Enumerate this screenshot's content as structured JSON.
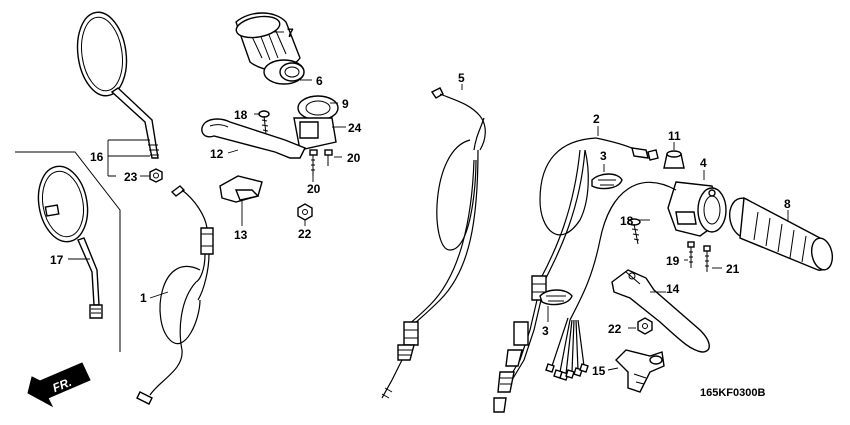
{
  "callouts": [
    "16",
    "23",
    "17",
    "1",
    "7",
    "6",
    "9",
    "24",
    "18",
    "12",
    "20",
    "20",
    "13",
    "22",
    "5",
    "2",
    "11",
    "4",
    "3",
    "8",
    "18",
    "19",
    "21",
    "14",
    "3",
    "22",
    "15"
  ],
  "direction_label": "FR.",
  "diagram_code": "165KF0300B",
  "colors": {
    "line": "#000000",
    "background": "#ffffff"
  }
}
